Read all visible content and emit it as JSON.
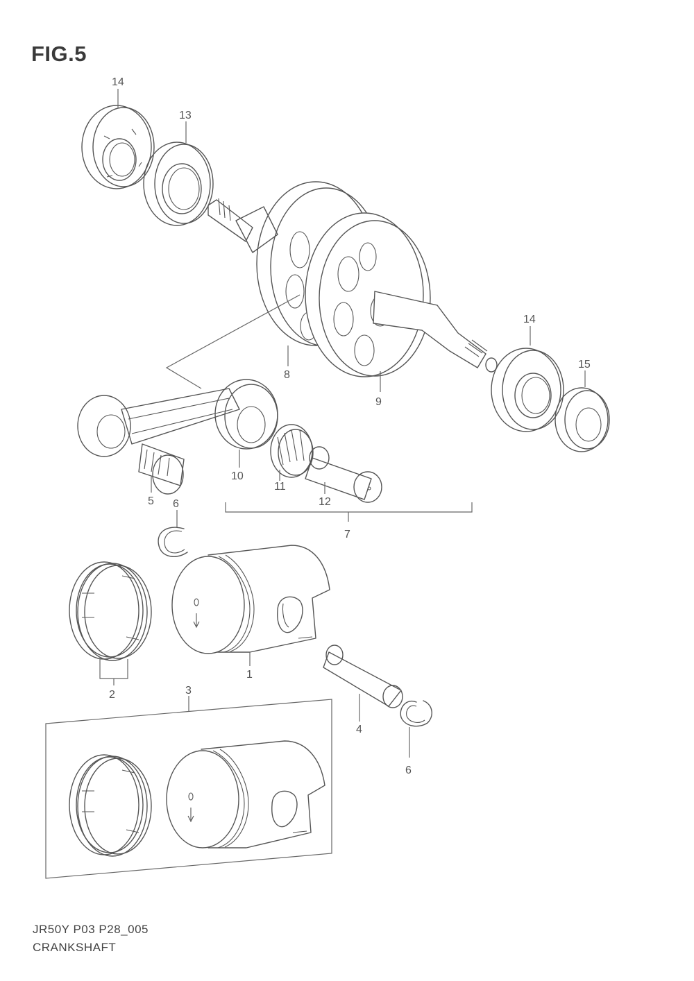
{
  "figure": {
    "title": "FIG.5"
  },
  "callouts": {
    "p1": "1",
    "p2": "2",
    "p3": "3",
    "p4": "4",
    "p5": "5",
    "p6a": "6",
    "p6b": "6",
    "p7": "7",
    "p8": "8",
    "p9": "9",
    "p10": "10",
    "p11": "11",
    "p12": "12",
    "p13": "13",
    "p14a": "14",
    "p14b": "14",
    "p15": "15"
  },
  "footer": {
    "code": "JR50Y P03 P28_005",
    "name": "CRANKSHAFT"
  }
}
